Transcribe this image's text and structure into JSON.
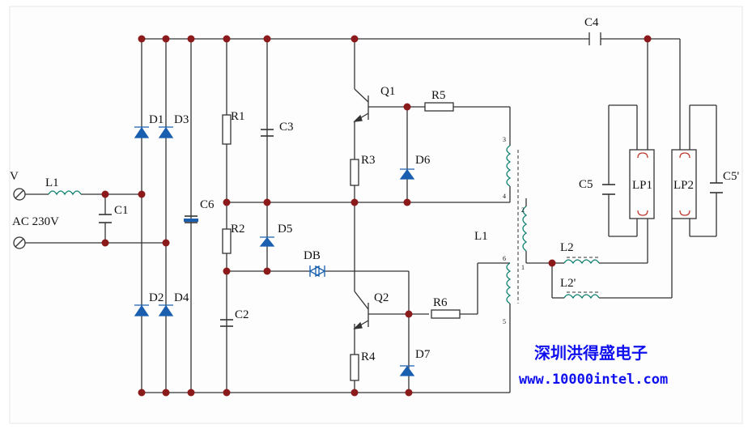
{
  "labels": {
    "v": "V",
    "ac": "AC 230V",
    "l1_in": "L1",
    "c1": "C1",
    "d1": "D1",
    "d3": "D3",
    "d2": "D2",
    "d4": "D4",
    "c6": "C6",
    "r1": "R1",
    "r2": "R2",
    "c3": "C3",
    "d5": "D5",
    "c2": "C2",
    "db": "DB",
    "q1": "Q1",
    "q2": "Q2",
    "r3": "R3",
    "r4": "R4",
    "r5": "R5",
    "r6": "R6",
    "d6": "D6",
    "d7": "D7",
    "l1_trans": "L1",
    "c4": "C4",
    "c5": "C5",
    "c5p": "C5'",
    "lp1": "LP1",
    "lp2": "LP2",
    "l2": "L2",
    "l2p": "L2'",
    "pin3": "3",
    "pin4": "4",
    "pin5": "5",
    "pin6": "6",
    "pin1": "1",
    "pin2": "2"
  },
  "watermark": {
    "company": "深圳洪得盛电子",
    "url": "www.10000intel.com"
  },
  "colors": {
    "wire": "#333333",
    "node": "#8b1a1a",
    "diode": "#1a5faf",
    "coil": "#0f7f6f",
    "watermark": "#1010ee"
  }
}
